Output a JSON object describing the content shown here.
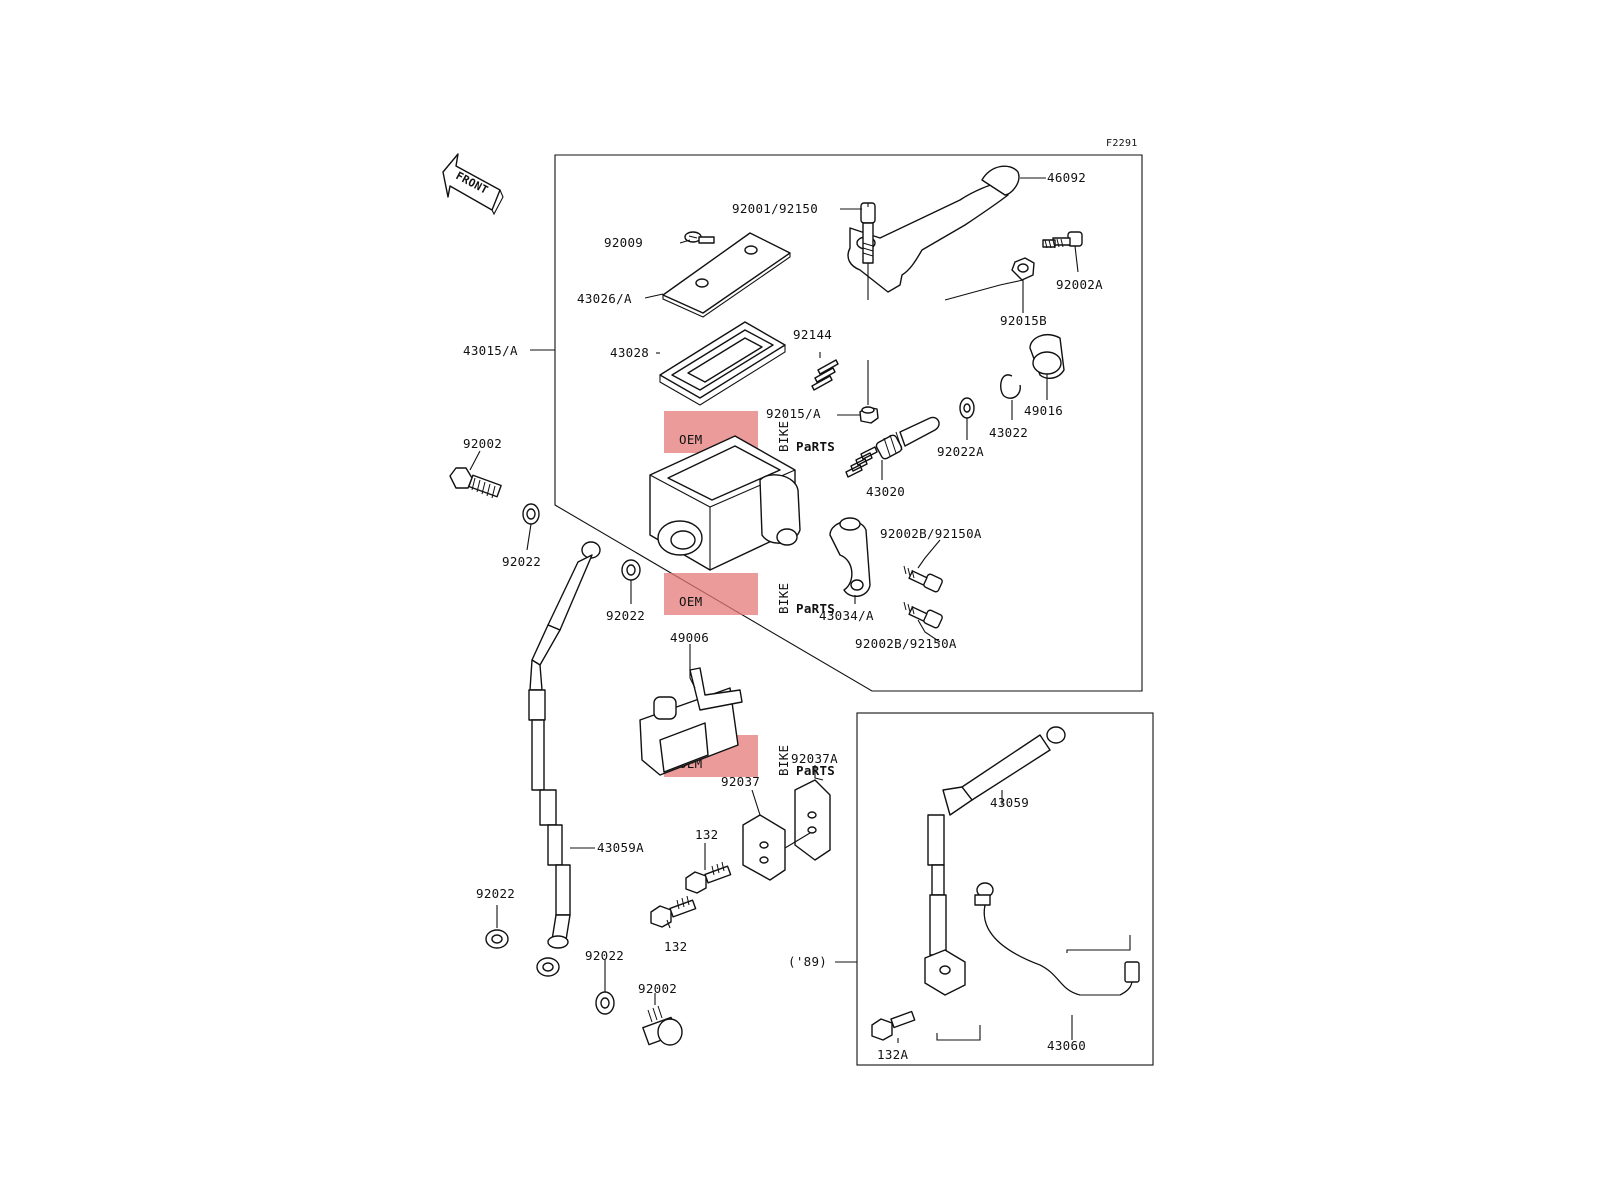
{
  "diagram": {
    "code": "F2291",
    "front_label": "FRONT",
    "callouts": {
      "c46092": "46092",
      "c92001": "92001/92150",
      "c92009": "92009",
      "c92002A": "92002A",
      "c43026": "43026/A",
      "c92015B": "92015B",
      "c92144": "92144",
      "c43015": "43015/A",
      "c43028": "43028",
      "c49016": "49016",
      "c92015A": "92015/A",
      "c43022": "43022",
      "c92022A": "92022A",
      "c92002_top": "92002",
      "c43020": "43020",
      "c92022_1": "92022",
      "c92002B_1": "92002B/92150A",
      "c92022_2": "92022",
      "c43034": "43034/A",
      "c92002B_2": "92002B/92150A",
      "c49006": "49006",
      "c92037A": "92037A",
      "c92037": "92037",
      "c43059": "43059",
      "c132_1": "132",
      "c43059A": "43059A",
      "c92022_3": "92022",
      "c132_2": "132",
      "c89": "('89)",
      "c92022_4": "92022",
      "c92002_bot": "92002",
      "c43060": "43060",
      "c132A": "132A"
    },
    "watermark": {
      "oem": "OEM",
      "bike": "BIKE",
      "parts": "PaRTS"
    }
  }
}
